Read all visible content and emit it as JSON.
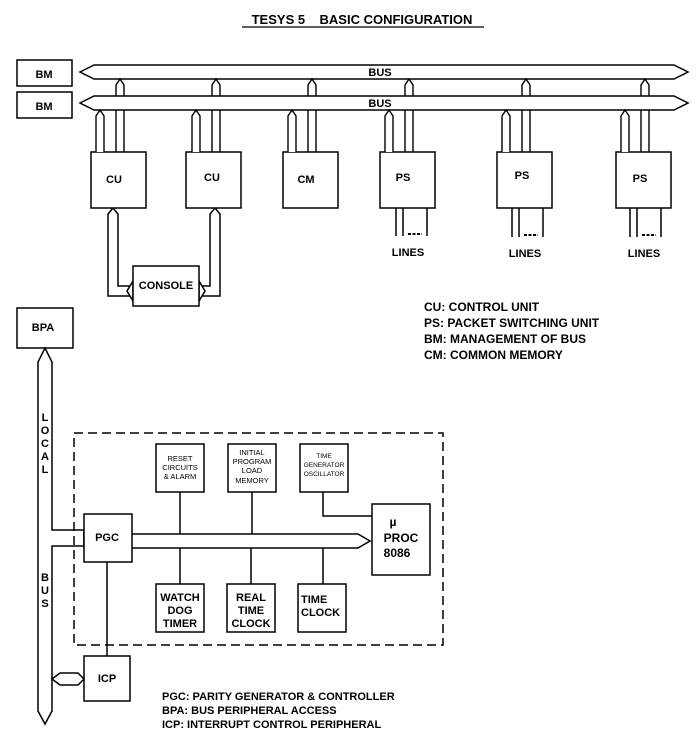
{
  "title": "TESYS 5    BASIC CONFIGURATION",
  "bus_label": "BUS",
  "bm_label": "BM",
  "top_units": {
    "cu1": "CU",
    "cu2": "CU",
    "cm": "CM",
    "ps1": "PS",
    "ps2": "PS",
    "ps3": "PS"
  },
  "lines_label": "LINES",
  "console_label": "CONSOLE",
  "legend_top": [
    "CU: CONTROL UNIT",
    "PS: PACKET SWITCHING UNIT",
    "BM: MANAGEMENT OF BUS",
    "CM: COMMON MEMORY"
  ],
  "bpa_label": "BPA",
  "local_bus": {
    "local": [
      "L",
      "O",
      "C",
      "A",
      "L"
    ],
    "bus": [
      "B",
      "U",
      "S"
    ]
  },
  "pgc_label": "PGC",
  "icp_label": "ICP",
  "reset": [
    "RESET",
    "CIRCUITS",
    "& ALARM"
  ],
  "ipl": [
    "INITIAL",
    "PROGRAM",
    "LOAD",
    "MEMORY"
  ],
  "tgo": [
    "TIME",
    "GENERATOR",
    "OSCILLATOR"
  ],
  "watchdog": [
    "WATCH",
    "DOG",
    "TIMER"
  ],
  "rtc": [
    "REAL",
    "TIME",
    "CLOCK"
  ],
  "timeclock": [
    "TIME",
    "CLOCK"
  ],
  "proc": [
    "µ",
    "PROC",
    "8086"
  ],
  "legend_bottom": [
    "PGC: PARITY GENERATOR & CONTROLLER",
    "BPA: BUS PERIPHERAL ACCESS",
    "ICP: INTERRUPT CONTROL PERIPHERAL"
  ]
}
